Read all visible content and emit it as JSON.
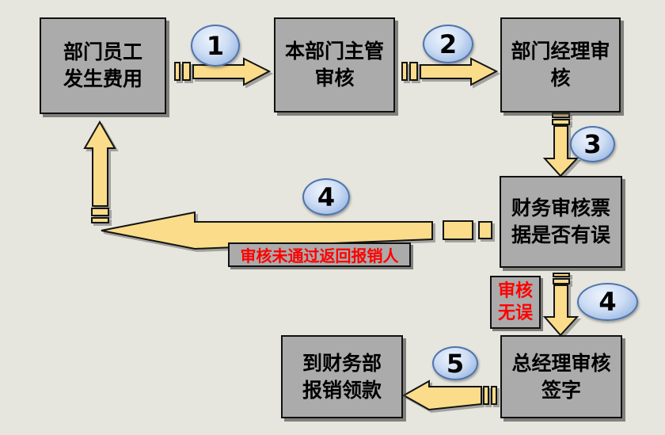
{
  "background": "#e6e6de",
  "palette": {
    "node_fill": "#ababab",
    "node_border": "#111111",
    "arrow_fill": "#fbdc8a",
    "arrow_border": "#141414",
    "step_oval_center": "#eef4fd",
    "step_oval_edge": "#82a7dc",
    "step_oval_border": "#4f74ad",
    "annotation_text": "#ff0000",
    "node_text": "#000000"
  },
  "nodes": {
    "employee": {
      "line1": "部门员工",
      "line2": "发生费用"
    },
    "supervisor": {
      "line1": "本部门主管",
      "line2": "审核"
    },
    "dept_manager": {
      "line1": "部门经理审",
      "line2": "核"
    },
    "finance": {
      "line1": "财务审核票",
      "line2": "据是否有误"
    },
    "general_manager": {
      "line1": "总经理审核",
      "line2": "签字"
    },
    "cashier": {
      "line1": "到财务部",
      "line2": "报销领款"
    }
  },
  "annotations": {
    "reject": {
      "text": "审核未通过返回报销人"
    },
    "pass": {
      "line1": "审核",
      "line2": "无误"
    }
  },
  "steps": {
    "s1": "1",
    "s2": "2",
    "s3": "3",
    "s4_reject": "4",
    "s4_pass": "4",
    "s5": "5"
  },
  "edges": [
    {
      "step": "1",
      "from": "employee",
      "to": "supervisor"
    },
    {
      "step": "2",
      "from": "supervisor",
      "to": "dept_manager"
    },
    {
      "step": "3",
      "from": "dept_manager",
      "to": "finance"
    },
    {
      "step": "4",
      "from": "finance",
      "to": "employee",
      "label": "审核未通过返回报销人"
    },
    {
      "step": "4",
      "from": "finance",
      "to": "general_manager",
      "label": "审核无误"
    },
    {
      "step": "5",
      "from": "general_manager",
      "to": "cashier"
    }
  ]
}
